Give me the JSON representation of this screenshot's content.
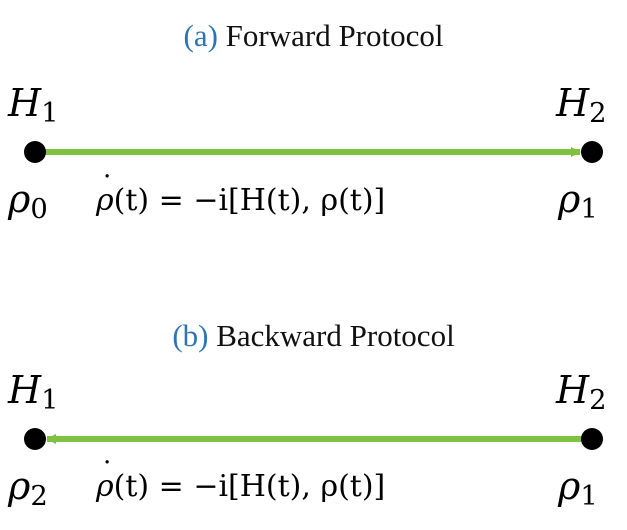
{
  "panels": {
    "forward": {
      "tag": "(a)",
      "title": "Forward Protocol",
      "left_hamiltonian": "H",
      "left_hamiltonian_sub": "1",
      "right_hamiltonian": "H",
      "right_hamiltonian_sub": "2",
      "left_state": "ρ",
      "left_state_sub": "0",
      "right_state": "ρ",
      "right_state_sub": "1",
      "equation_lhs": "ρ",
      "equation_rest": "(t) = −i[H(t), ρ(t)]",
      "arrow_direction": "left-to-right"
    },
    "backward": {
      "tag": "(b)",
      "title": "Backward Protocol",
      "left_hamiltonian": "H",
      "left_hamiltonian_sub": "1",
      "right_hamiltonian": "H",
      "right_hamiltonian_sub": "2",
      "left_state": "ρ",
      "left_state_sub": "2",
      "right_state": "ρ",
      "right_state_sub": "1",
      "equation_lhs": "ρ",
      "equation_rest": "(t) = −i[H(t), ρ(t)]",
      "arrow_direction": "right-to-left"
    }
  },
  "colors": {
    "tag": "#2e74b5",
    "arrow": "#7fc241",
    "node": "#000000"
  }
}
